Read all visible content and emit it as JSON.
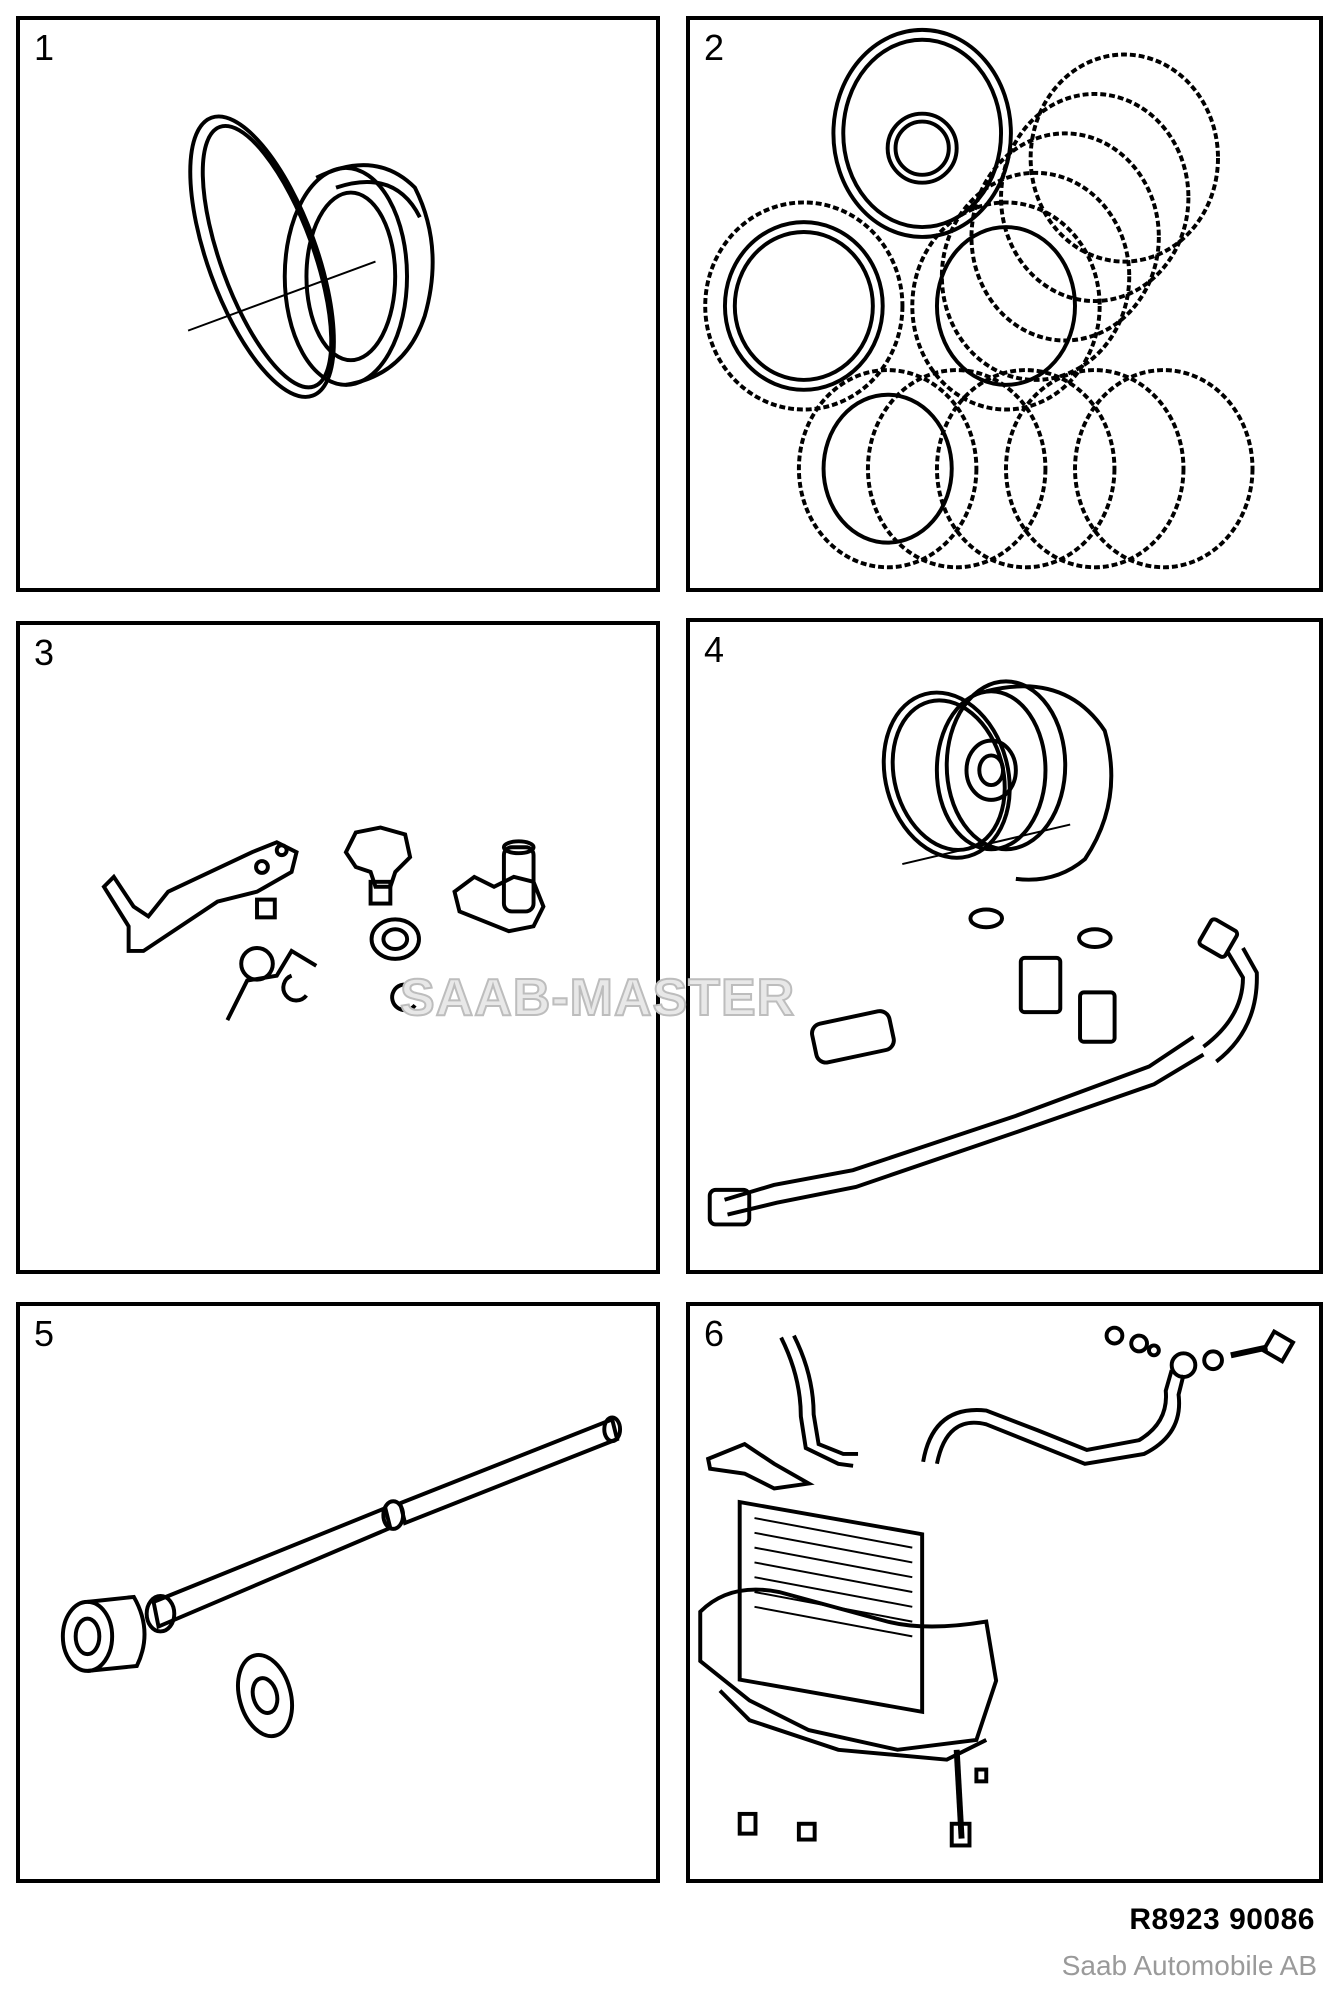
{
  "panels": [
    {
      "number": "1",
      "parts": "piston-seal-ring"
    },
    {
      "number": "2",
      "parts": "clutch-plates"
    },
    {
      "number": "3",
      "parts": "park-lever-springs"
    },
    {
      "number": "4",
      "parts": "piston-hose-fittings"
    },
    {
      "number": "5",
      "parts": "shaft-bushing"
    },
    {
      "number": "6",
      "parts": "oil-cooler-assembly"
    }
  ],
  "watermark": "SAAB-MASTER",
  "reference_code": "R8923  90086",
  "copyright": "Saab Automobile AB"
}
